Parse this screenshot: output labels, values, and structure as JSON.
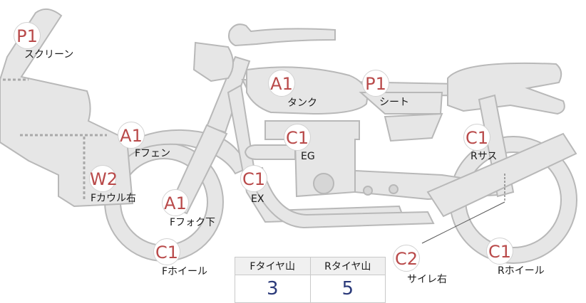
{
  "parts": {
    "screen": {
      "grade": "P1",
      "name": "スクリーン"
    },
    "tank": {
      "grade": "A1",
      "name": "タンク"
    },
    "seat": {
      "grade": "P1",
      "name": "シート"
    },
    "f_fender": {
      "grade": "A1",
      "name": "Fフェン"
    },
    "engine": {
      "grade": "C1",
      "name": "EG"
    },
    "r_susp": {
      "grade": "C1",
      "name": "Rサス"
    },
    "f_cowl_r": {
      "grade": "W2",
      "name": "Fカウル右"
    },
    "exhaust": {
      "grade": "C1",
      "name": "EX"
    },
    "f_fork_low": {
      "grade": "A1",
      "name": "Fフォク下"
    },
    "f_wheel": {
      "grade": "C1",
      "name": "Fホイール"
    },
    "r_wheel": {
      "grade": "C1",
      "name": "Rホイール"
    },
    "muffler_r": {
      "grade": "C2",
      "name": "サイレ右"
    }
  },
  "tread": {
    "front_header": "Fタイヤ山",
    "rear_header": "Rタイヤ山",
    "front_value": "3",
    "rear_value": "5"
  },
  "colors": {
    "grade_text": "#b94a4a",
    "tread_value": "#2b3a7a",
    "part_fill": "#e6e6e6"
  }
}
